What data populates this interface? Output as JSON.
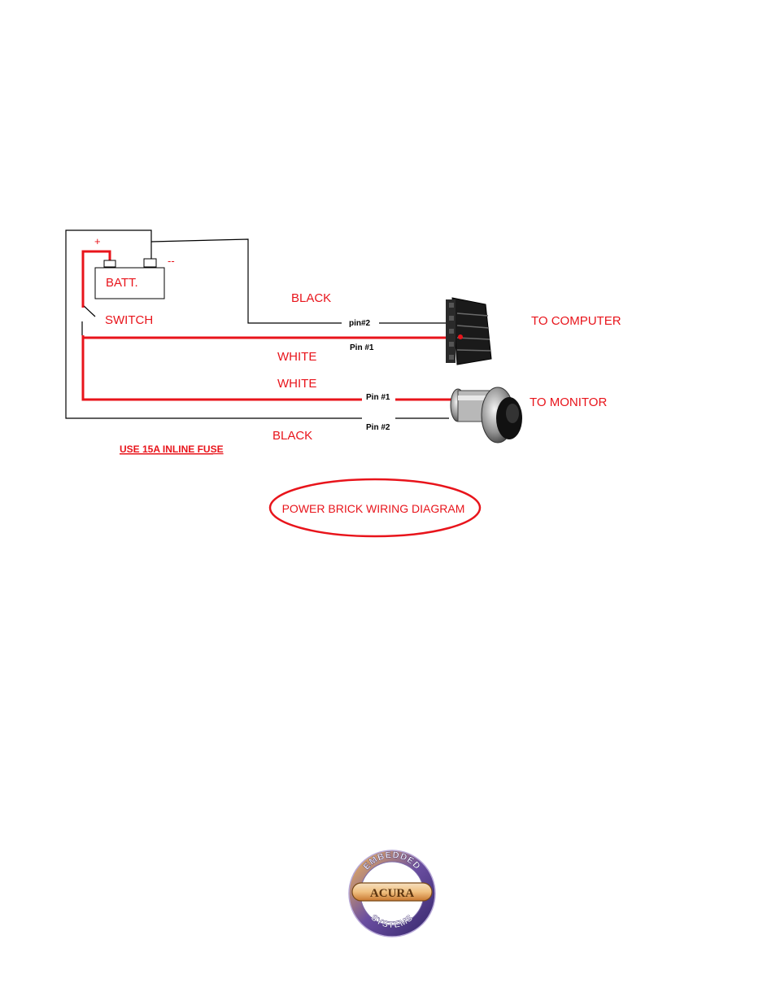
{
  "diagram": {
    "title": "POWER BRICK  WIRING DIAGRAM",
    "battery": {
      "label": "BATT.",
      "plus": "+",
      "minus": "--"
    },
    "switch_label": "SWITCH",
    "wires": {
      "black_top": "BLACK",
      "white_top": "WHITE",
      "white_bottom": "WHITE",
      "black_bottom": "BLACK"
    },
    "pins": {
      "computer_pin2": "pin#2",
      "computer_pin1": "Pin #1",
      "monitor_pin1": "Pin #1",
      "monitor_pin2": "Pin #2"
    },
    "destinations": {
      "computer": "TO COMPUTER",
      "monitor": "TO MONITOR"
    },
    "fuse_note": "USE 15A INLINE FUSE"
  },
  "logo": {
    "top_text": "EMBEDDED",
    "center_text": "ACURA",
    "bottom_text": "SYSTEMS"
  },
  "colors": {
    "wire_red": "#e8141b",
    "wire_black": "#000000",
    "label_red": "#e8141b"
  }
}
